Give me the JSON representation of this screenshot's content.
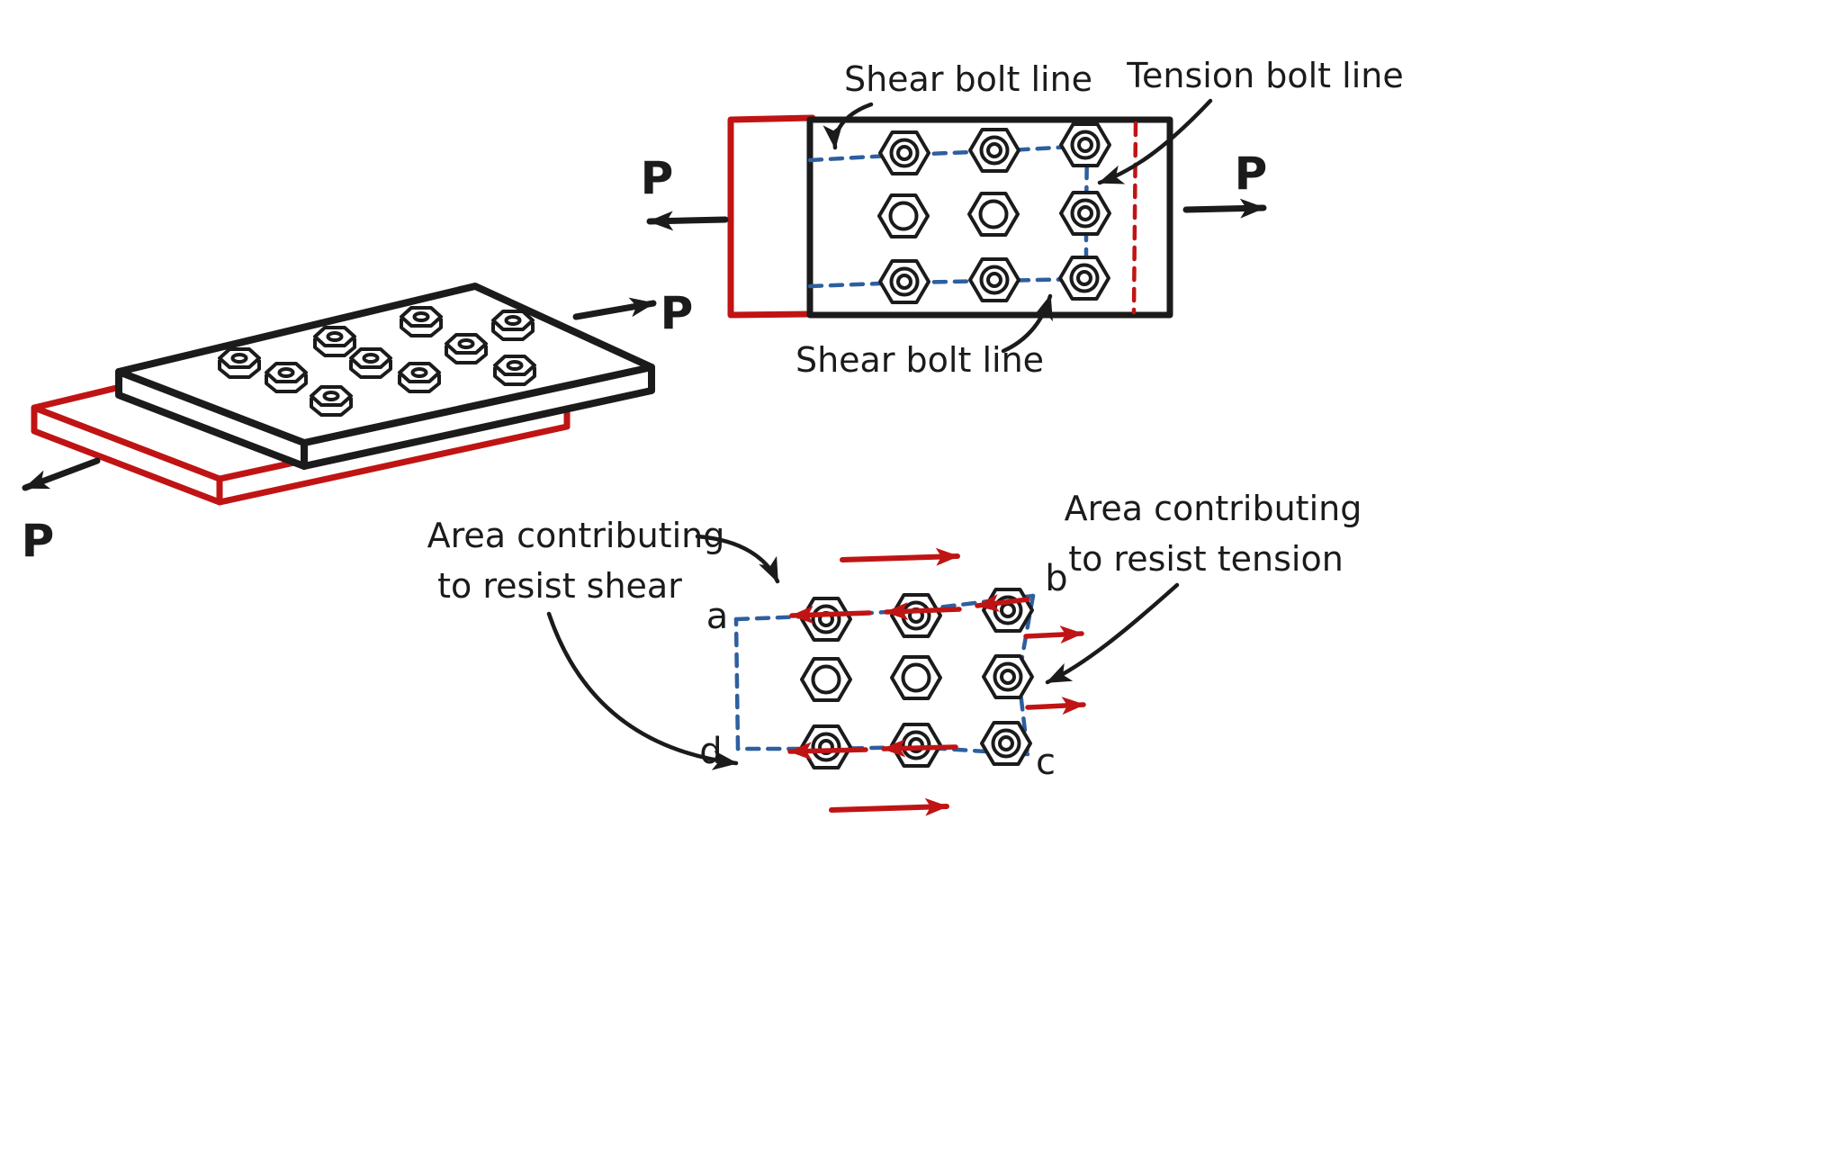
{
  "colors": {
    "ink": "#1b1b1b",
    "red": "#c01414",
    "blue": "#2e5f9f",
    "background": "#ffffff"
  },
  "isometric_view": {
    "load_left": "P",
    "load_right": "P"
  },
  "plan_view": {
    "load_left": "P",
    "load_right": "P",
    "shear_top_label": "Shear bolt line",
    "tension_label": "Tension bolt line",
    "shear_bottom_label": "Shear bolt line"
  },
  "block_shear_view": {
    "shear_label_line1": "Area contributing",
    "shear_label_line2": "to resist shear",
    "tension_label_line1": "Area contributing",
    "tension_label_line2": "to resist tension",
    "corners": {
      "a": "a",
      "b": "b",
      "c": "c",
      "d": "d"
    }
  }
}
